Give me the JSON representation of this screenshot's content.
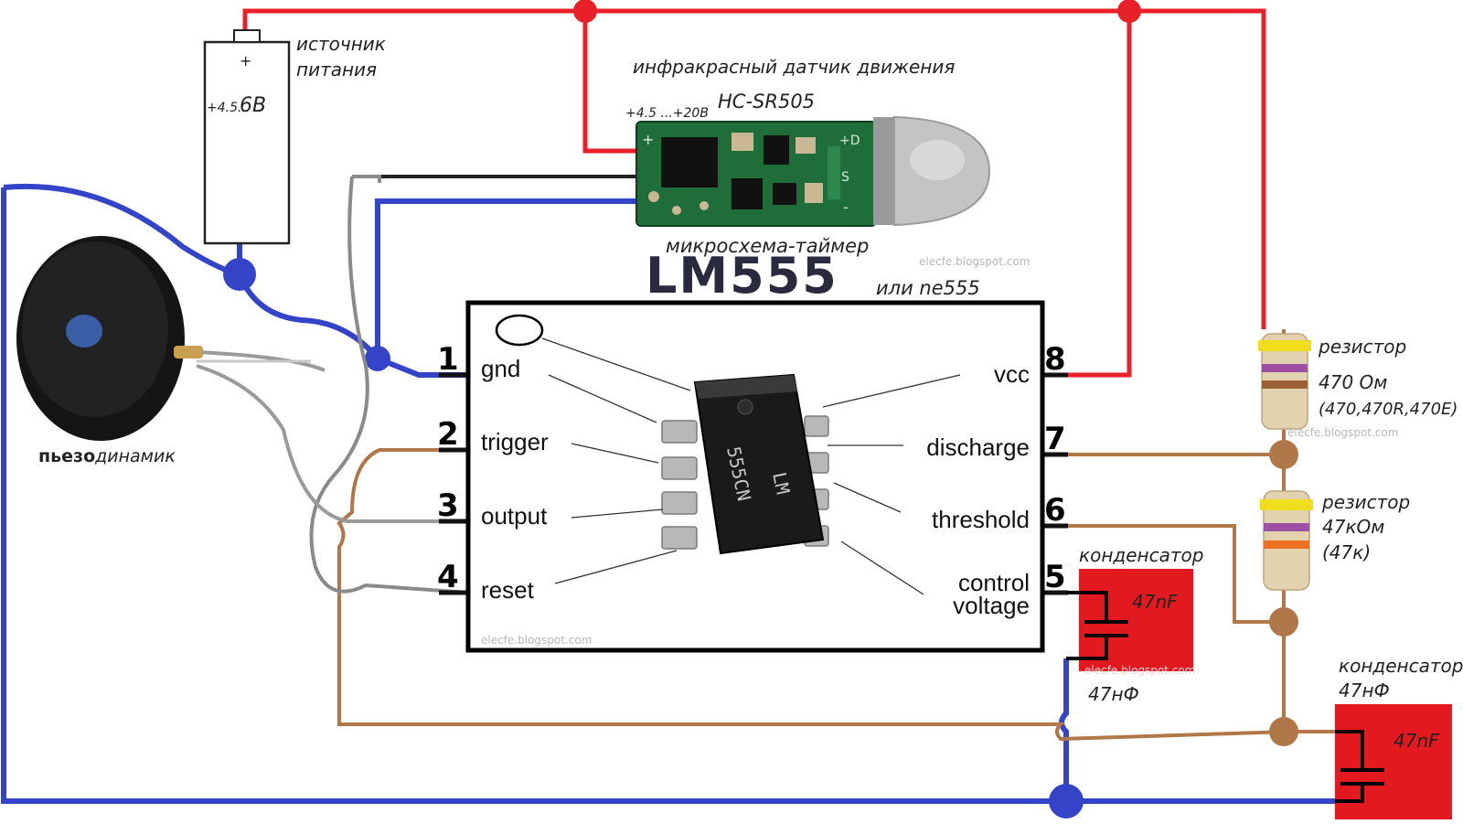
{
  "chip": {
    "caption": "микросхема-таймер",
    "name": "LM555",
    "alt": "или ne555",
    "marking_1": "LM",
    "marking_2": "555CN",
    "pins": [
      {
        "num": "1",
        "func": "gnd"
      },
      {
        "num": "2",
        "func": "trigger"
      },
      {
        "num": "3",
        "func": "output"
      },
      {
        "num": "4",
        "func": "reset"
      },
      {
        "num": "5",
        "func_1": "control",
        "func_2": "voltage"
      },
      {
        "num": "6",
        "func": "threshold"
      },
      {
        "num": "7",
        "func": "discharge"
      },
      {
        "num": "8",
        "func": "vcc"
      }
    ]
  },
  "battery": {
    "label_1": "источник",
    "label_2": "питания",
    "plus": "+",
    "voltage_small": "+4.5...",
    "voltage_big": "6В"
  },
  "sensor": {
    "title": "инфракрасный датчик движения",
    "model": "HC-SR505",
    "voltage": "+4.5 ...+20В",
    "pin_plus": "+",
    "pin_d": "+D",
    "pin_s": "S",
    "pin_minus": "-"
  },
  "speaker": {
    "label_1": "пьезо",
    "label_2": "динамик"
  },
  "resistor1": {
    "label": "резистор",
    "value": "470 Ом",
    "alt": "(470,470R,470E)"
  },
  "resistor2": {
    "label": "резистор",
    "value": "47кОм",
    "alt": "(47к)"
  },
  "capacitor1": {
    "label": "конденсатор",
    "value_in": "47nF",
    "value_out": "47нФ"
  },
  "capacitor2": {
    "label_1": "конденсатор",
    "label_2": "47нФ",
    "value_in": "47nF"
  },
  "watermarks": {
    "blog": "elecfe.blogspot.com",
    "small": "elecfe.blogspot.com"
  },
  "colors": {
    "power": "#e8202a",
    "ground": "#3344c8",
    "signal": "#b07848",
    "wire_gray": "#8a8a8a",
    "wire_black": "#222222",
    "capacitor_fill": "#e21a20"
  }
}
